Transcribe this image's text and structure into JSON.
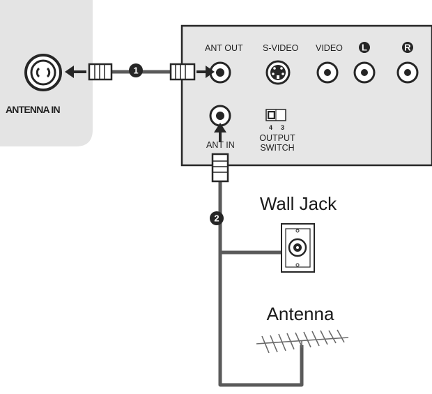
{
  "tv_panel": {
    "label": "ANTENNA IN"
  },
  "device_panel": {
    "ports": {
      "ant_out": "ANT OUT",
      "s_video": "S-VIDEO",
      "video": "VIDEO",
      "audio_l": "L",
      "audio_r": "R",
      "ant_in": "ANT IN"
    },
    "switch": {
      "pos_left": "4",
      "pos_right": "3",
      "label_line1": "OUTPUT",
      "label_line2": "SWITCH"
    }
  },
  "steps": [
    "1",
    "2"
  ],
  "wall_jack": {
    "label": "Wall Jack"
  },
  "antenna": {
    "label": "Antenna"
  },
  "colors": {
    "panel_gray": "#e4e4e4",
    "device_gray": "#e6e6e6",
    "dark": "#262626",
    "cable_gray": "#5a5a5a"
  }
}
